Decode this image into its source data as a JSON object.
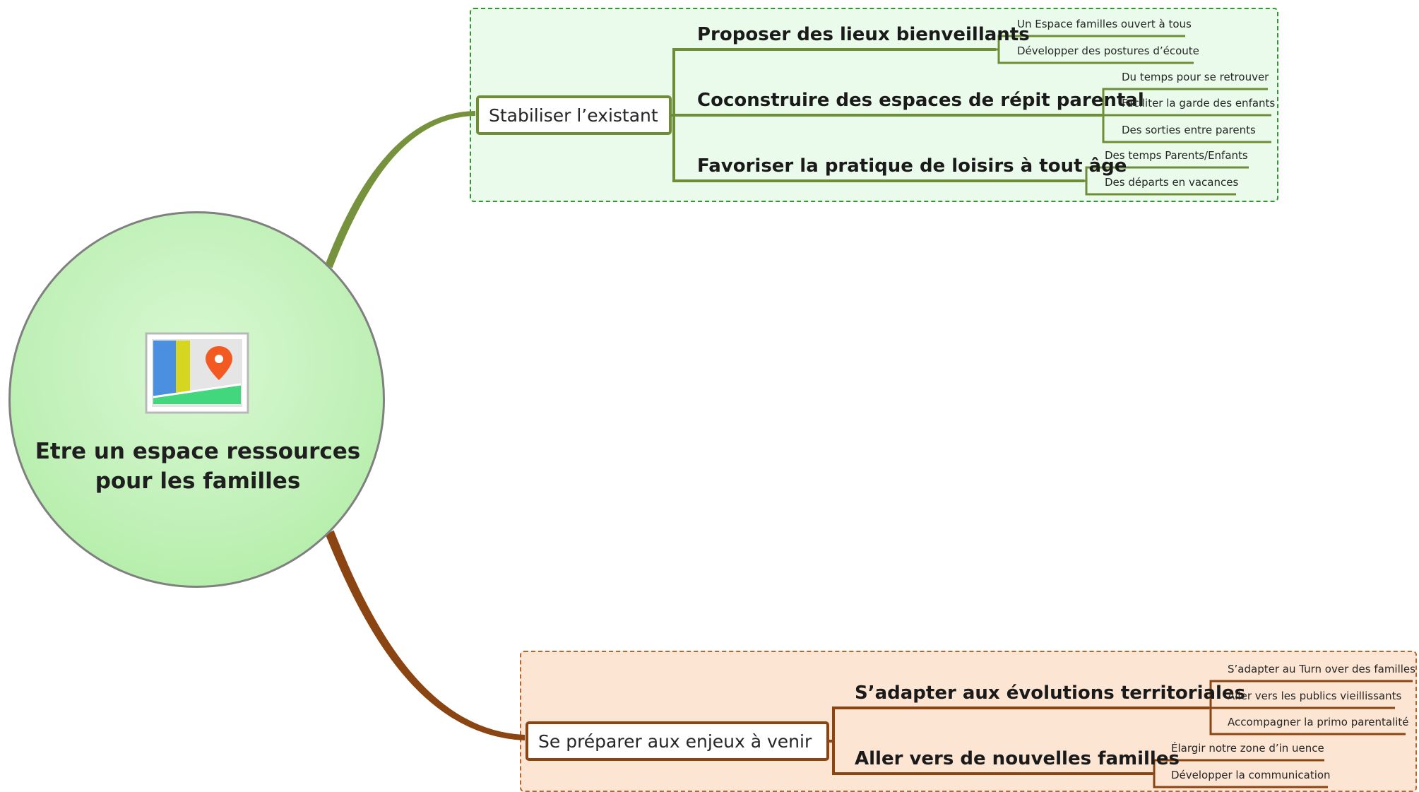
{
  "central": {
    "title": "Etre un espace ressources\npour les familles",
    "icon": "map-pin-icon"
  },
  "branches": [
    {
      "label": "Stabiliser l’existant",
      "color": "#6d8d36",
      "group_fill": "#ebfbeb",
      "group_border": "#2e9a2e",
      "children": [
        {
          "label": "Proposer des lieux bienveillants",
          "children": [
            "Un Espace familles ouvert à tous",
            "Développer des postures d’écoute"
          ]
        },
        {
          "label": "Coconstruire des espaces de répit parental",
          "children": [
            "Du temps pour se retrouver",
            "Faciliter la garde des enfants",
            "Des sorties entre parents"
          ]
        },
        {
          "label": "Favoriser la pratique de loisirs à tout âge",
          "children": [
            "Des temps Parents/Enfants",
            "Des départs en vacances"
          ]
        }
      ]
    },
    {
      "label": "Se préparer aux enjeux à venir",
      "color": "#8b4513",
      "group_fill": "#fde5d3",
      "group_border": "#b4662f",
      "children": [
        {
          "label": "S’adapter aux évolutions territoriales",
          "children": [
            "S’adapter au Turn over des familles",
            "Aller vers les publics vieillissants",
            "Accompagner la primo parentalité"
          ]
        },
        {
          "label": "Aller vers de nouvelles familles",
          "children": [
            "Élargir notre zone d’in uence",
            "Développer la communication"
          ]
        }
      ]
    }
  ]
}
